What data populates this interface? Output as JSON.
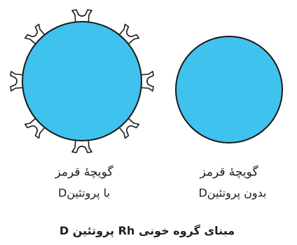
{
  "cells": [
    {
      "id": "with-protein",
      "title": "گویچهٔ قرمز",
      "subtitle": "با پروتئینD",
      "has_rh_protein": true,
      "protein_count": 8
    },
    {
      "id": "without-protein",
      "title": "گویچهٔ قرمز",
      "subtitle": "بدون پروتئینD",
      "has_rh_protein": false,
      "protein_count": 0
    }
  ],
  "caption": "مبنای گروه خونی Rh پروتئین D",
  "colors": {
    "cell_fill": "#3fc2ed",
    "cell_stroke": "#1a1a1a",
    "protein_fill": "#ffffff",
    "text": "#1e1e1e"
  }
}
